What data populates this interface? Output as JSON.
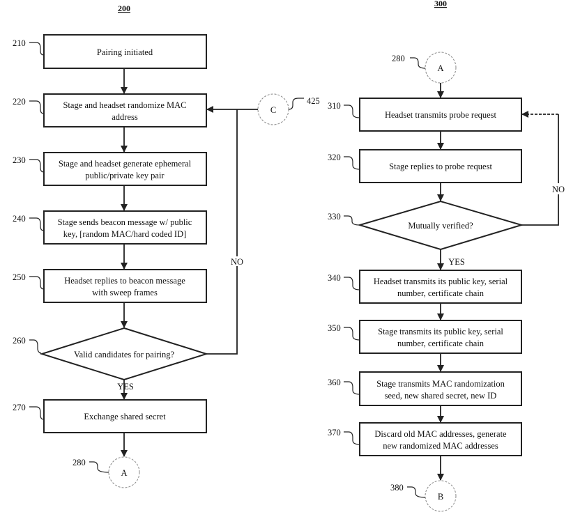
{
  "figure_200": {
    "title": "200",
    "steps": [
      {
        "ref": "210",
        "lines": [
          "Pairing initiated"
        ]
      },
      {
        "ref": "220",
        "lines": [
          "Stage and headset randomize MAC",
          "address"
        ]
      },
      {
        "ref": "230",
        "lines": [
          "Stage and headset generate ephemeral",
          "public/private key pair"
        ]
      },
      {
        "ref": "240",
        "lines": [
          "Stage sends beacon message w/ public",
          "key, [random MAC/hard coded ID]"
        ]
      },
      {
        "ref": "250",
        "lines": [
          "Headset replies to beacon message",
          "with sweep frames"
        ]
      },
      {
        "ref": "260",
        "lines": [
          "Valid candidates for pairing?"
        ]
      },
      {
        "ref": "270",
        "lines": [
          "Exchange shared secret"
        ]
      }
    ],
    "yes_label": "YES",
    "no_label": "NO",
    "connector_c": {
      "letter": "C",
      "ref": "425"
    },
    "connector_a": {
      "letter": "A",
      "ref": "280"
    }
  },
  "figure_300": {
    "title": "300",
    "connector_a": {
      "letter": "A",
      "ref": "280"
    },
    "steps": [
      {
        "ref": "310",
        "lines": [
          "Headset transmits probe request"
        ]
      },
      {
        "ref": "320",
        "lines": [
          "Stage replies to probe request"
        ]
      },
      {
        "ref": "330",
        "lines": [
          "Mutually verified?"
        ]
      },
      {
        "ref": "340",
        "lines": [
          "Headset transmits its public key, serial",
          "number, certificate chain"
        ]
      },
      {
        "ref": "350",
        "lines": [
          "Stage transmits its public key, serial",
          "number, certificate chain"
        ]
      },
      {
        "ref": "360",
        "lines": [
          "Stage transmits MAC randomization",
          "seed, new shared secret, new ID"
        ]
      },
      {
        "ref": "370",
        "lines": [
          "Discard old MAC addresses, generate",
          "new randomized MAC addresses"
        ]
      }
    ],
    "yes_label": "YES",
    "no_label": "NO",
    "connector_b": {
      "letter": "B",
      "ref": "380"
    }
  }
}
